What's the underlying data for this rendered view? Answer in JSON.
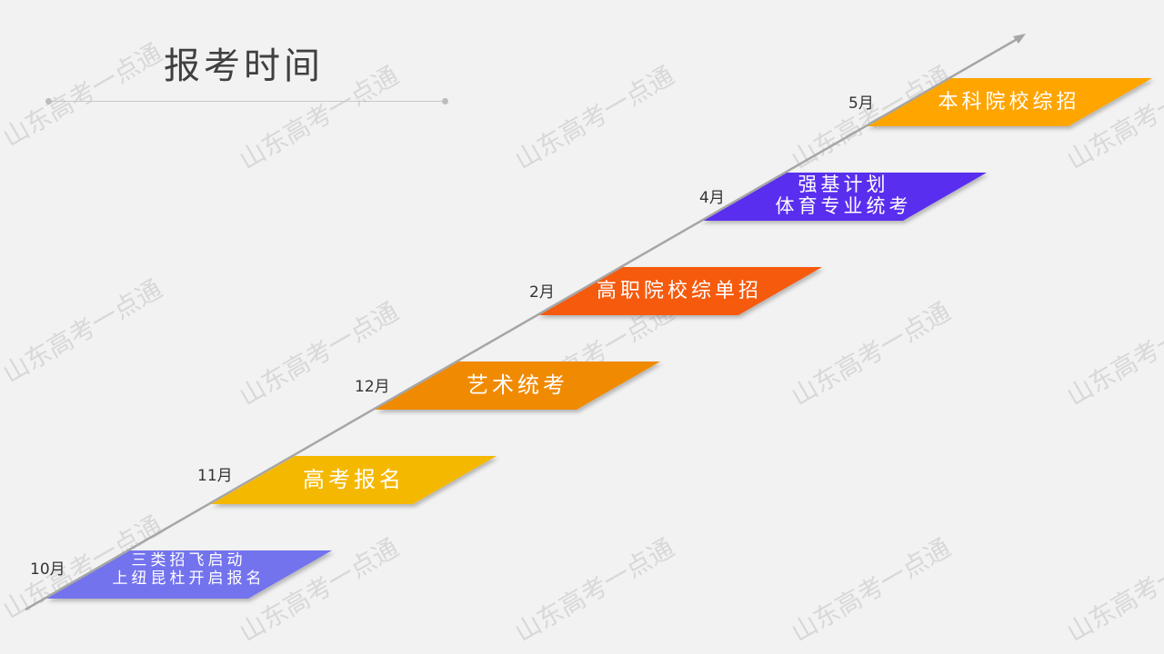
{
  "title": "报考时间",
  "watermark": "山东高考一点通",
  "timeline": [
    {
      "month": "10月",
      "lines": [
        "三类招飞启动",
        "上纽昆杜开启报名"
      ],
      "color": "#7373ee"
    },
    {
      "month": "11月",
      "lines": [
        "高考报名"
      ],
      "color": "#f5b800"
    },
    {
      "month": "12月",
      "lines": [
        "艺术统考"
      ],
      "color": "#f08a00"
    },
    {
      "month": "2月",
      "lines": [
        "高职院校综单招"
      ],
      "color": "#f55a0a"
    },
    {
      "month": "4月",
      "lines": [
        "强基计划",
        "体育专业统考"
      ],
      "color": "#5a2eee"
    },
    {
      "month": "5月",
      "lines": [
        "本科院校综招"
      ],
      "color": "#ffa500"
    }
  ]
}
